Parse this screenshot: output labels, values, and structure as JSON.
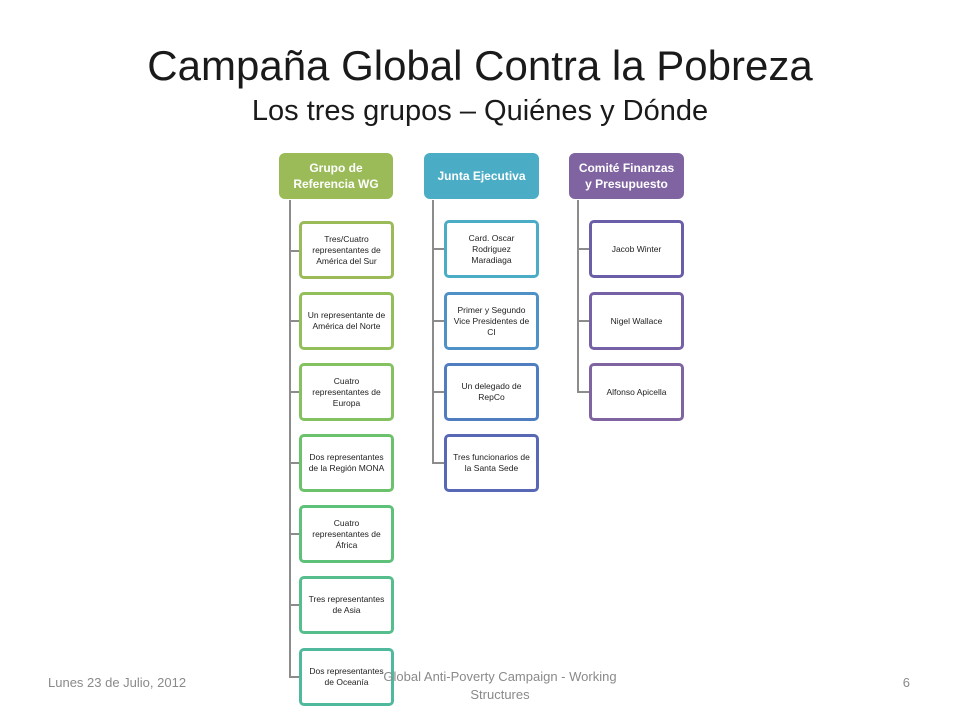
{
  "slide": {
    "title": "Campaña Global Contra la Pobreza",
    "subtitle": "Los tres grupos – Quiénes y Dónde"
  },
  "columns": [
    {
      "header": "Grupo de Referencia WG",
      "color": "#9bbb59",
      "items": [
        "Tres/Cuatro representantes de América del Sur",
        "Un representante de América del Norte",
        "Cuatro representantes de Europa",
        "Dos representantes de la Región MONA",
        "Cuatro representantes de África",
        "Tres representantes de Asia",
        "Dos representantes de Oceanía"
      ]
    },
    {
      "header": "Junta Ejecutiva",
      "color": "#4bacc6",
      "items": [
        "Card. Oscar Rodriguez Maradiaga",
        "Primer y Segundo Vice Presidentes de CI",
        "Un delegado de RepCo",
        "Tres funcionarios de la Santa Sede"
      ]
    },
    {
      "header": "Comité Finanzas y Presupuesto",
      "color": "#8064a2",
      "items": [
        "Jacob Winter",
        "Nigel Wallace",
        "Alfonso Apicella"
      ]
    }
  ],
  "child_border_colors": {
    "col0": [
      "#9bbb59",
      "#93bf5b",
      "#84c160",
      "#6cc26a",
      "#5ec17a",
      "#56bd8c",
      "#4fb89d"
    ],
    "col1": [
      "#4bacc6",
      "#4d91c6",
      "#4f7dc0",
      "#5968b4"
    ],
    "col2": [
      "#6b5ea8",
      "#7660a6",
      "#8064a2"
    ]
  },
  "footer": {
    "date": "Lunes 23 de Julio, 2012",
    "center": "Global Anti-Poverty Campaign - Working Structures",
    "page": "6"
  }
}
